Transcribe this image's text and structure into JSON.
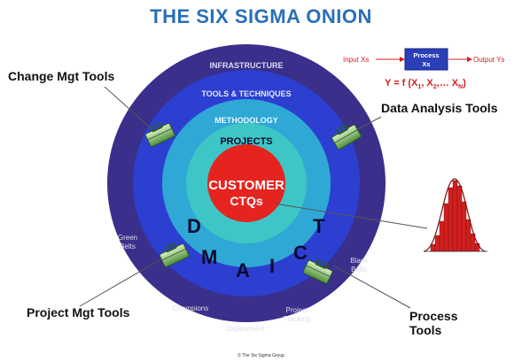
{
  "title": "THE SIX SIGMA ONION",
  "rings": {
    "infrastructure": "INFRASTRUCTURE",
    "tools_techniques": "TOOLS & TECHNIQUES",
    "methodology": "METHODOLOGY",
    "projects": "PROJECTS",
    "customer_line1": "CUSTOMER",
    "customer_line2": "CTQs"
  },
  "dmaic": {
    "d": "D",
    "m": "M",
    "a": "A",
    "i": "I",
    "c": "C",
    "t": "T"
  },
  "roles": {
    "green_belts_1": "Green",
    "green_belts_2": "Belts",
    "black_belts_1": "Black",
    "black_belts_2": "Belts",
    "champions": "Champions",
    "deployment": "Deployment",
    "project_tracking_1": "Project",
    "project_tracking_2": "Tracking"
  },
  "callouts": {
    "change_mgt": "Change Mgt Tools",
    "data_analysis": "Data Analysis Tools",
    "project_mgt": "Project Mgt Tools",
    "process_tools_1": "Process",
    "process_tools_2": "Tools"
  },
  "process_flow": {
    "input": "Input Xs",
    "box_line1": "Process",
    "box_line2": "Xs",
    "output": "Output Ys",
    "formula": "Y = f (X",
    "formula_sub1": "1",
    "formula_mid": ", X",
    "formula_sub2": "2",
    "formula_tail": ",… X",
    "formula_subn": "N",
    "formula_end": ")"
  },
  "copyright": "© The Six Sigma Group",
  "colors": {
    "outer_ring": "#3a2f8a",
    "tools_ring": "#2c3fd0",
    "methodology_ring": "#2fa8d6",
    "projects_ring": "#3ec6c6",
    "customer_core": "#e52420",
    "title": "#2a6fb8",
    "flow_red": "#d11f1f",
    "flow_box": "#2a3fb8"
  },
  "icons": [
    "toolbox-icon",
    "bell-curve-histogram-icon"
  ]
}
